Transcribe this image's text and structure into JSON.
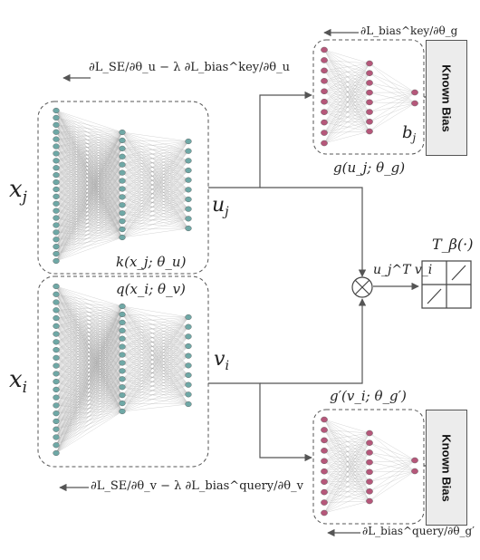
{
  "labels": {
    "x_j": "x",
    "x_j_sub": "j",
    "x_i": "x",
    "x_i_sub": "i",
    "u_j": "u",
    "u_j_sub": "j",
    "v_i": "v",
    "v_i_sub": "i",
    "k_func": "k(x_j; θ_u)",
    "q_func": "q(x_i; θ_v)",
    "g_func": "g(u_j; θ_g)",
    "gprime_func": "g′(v_i; θ_g′)",
    "b_j": "b",
    "b_j_sub": "j",
    "dot_product": "u_j^T v_i",
    "transform": "T_β(·)",
    "tensor_symbol": "⊗"
  },
  "gradients": {
    "top_left": "∂L_SE/∂θ_u − λ ∂L_bias^key/∂θ_u",
    "bottom_left": "∂L_SE/∂θ_v − λ ∂L_bias^query/∂θ_v",
    "top_right": "∂L_bias^key/∂θ_g",
    "bottom_right": "∂L_bias^query/∂θ_g′"
  },
  "known_bias": {
    "top": "Known Bias",
    "bottom": "Known Bias"
  },
  "colors": {
    "teal_node": "#6fa8a6",
    "pink_node": "#b5577a",
    "edge": "#9a9a9a",
    "line": "#555555",
    "box_fill": "#ececec"
  }
}
